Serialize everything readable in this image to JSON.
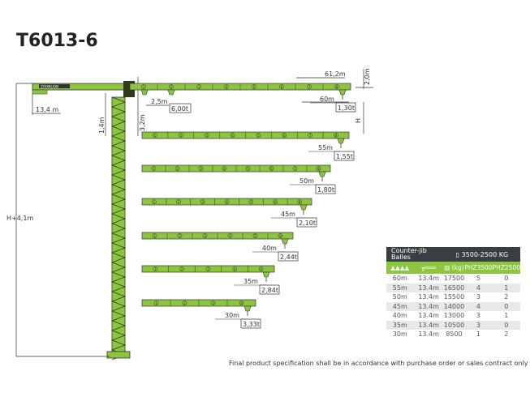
{
  "title": "T6013-6",
  "colors": {
    "jib": "#8cc63f",
    "outline": "#333333",
    "header": "#3a3d44"
  },
  "crane": {
    "brand_label": "ZOOMLION",
    "counter_jib_length": "13,4 m",
    "height_label": "H+4,1m",
    "tower_head_offset": "1,4m",
    "hook_offset": "3,2m",
    "min_radius": "2,5m",
    "min_radius_load": "6,00t",
    "max_jib": "61,2m",
    "tip_height": "2,0m",
    "hook_height": "H"
  },
  "jibs": [
    {
      "length": "60m",
      "tip_load": "1,30t",
      "meters": 60,
      "segments": [
        "1",
        "2",
        "3",
        "4",
        "5",
        "6",
        "7",
        "8"
      ]
    },
    {
      "length": "55m",
      "tip_load": "1,55t",
      "meters": 55,
      "segments": [
        "1",
        "2",
        "3",
        "4",
        "5",
        "6",
        "7",
        "8"
      ]
    },
    {
      "length": "50m",
      "tip_load": "1,80t",
      "meters": 50,
      "segments": [
        "1",
        "2",
        "3",
        "4",
        "5",
        "6",
        "7",
        "8"
      ]
    },
    {
      "length": "45m",
      "tip_load": "2,10t",
      "meters": 45,
      "segments": [
        "1",
        "2",
        "3",
        "4",
        "5",
        "6",
        "8"
      ]
    },
    {
      "length": "40m",
      "tip_load": "2,44t",
      "meters": 40,
      "segments": [
        "1",
        "2",
        "3",
        "4",
        "5",
        "8"
      ]
    },
    {
      "length": "35m",
      "tip_load": "2,84t",
      "meters": 35,
      "segments": [
        "1",
        "2",
        "3",
        "4",
        "8"
      ]
    },
    {
      "length": "30m",
      "tip_load": "3,33t",
      "meters": 30,
      "segments": [
        "1",
        "2",
        "3",
        "8"
      ]
    }
  ],
  "table": {
    "header_counterjib": "Counter-jib Balles",
    "header_weight": "3500-2500 KG",
    "col_kg": "(kg)",
    "col_phz3500": "PHZ3500",
    "col_phz2500": "PHZ2500",
    "rows": [
      [
        "60m",
        "13.4m",
        "17500",
        "5",
        "0"
      ],
      [
        "55m",
        "13.4m",
        "16500",
        "4",
        "1"
      ],
      [
        "50m",
        "13.4m",
        "15500",
        "3",
        "2"
      ],
      [
        "45m",
        "13.4m",
        "14000",
        "4",
        "0"
      ],
      [
        "40m",
        "13.4m",
        "13000",
        "3",
        "1"
      ],
      [
        "35m",
        "13.4m",
        "10500",
        "3",
        "0"
      ],
      [
        "30m",
        "13.4m",
        "8500",
        "1",
        "2"
      ]
    ]
  },
  "note": "Final product specification shall be in accordance with purchase order or sales contract only"
}
